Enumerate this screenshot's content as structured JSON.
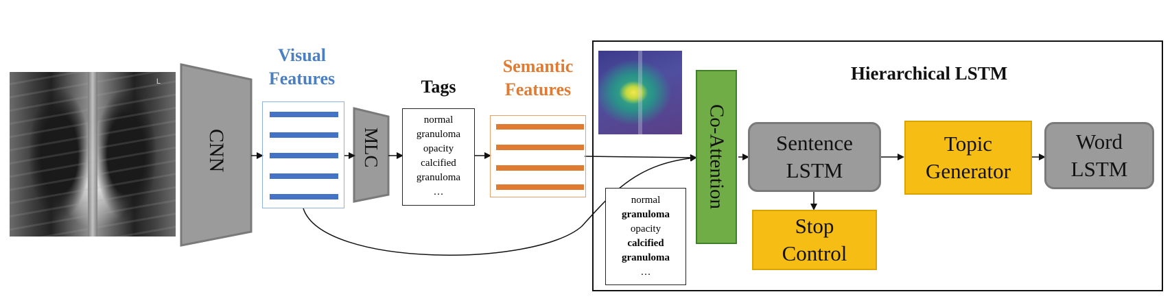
{
  "labels": {
    "cnn": "CNN",
    "mlc": "MLC",
    "visual_features": "Visual Features",
    "tags": "Tags",
    "semantic_features": "Semantic Features",
    "co_attention": "Co-Attention",
    "hierarchical_lstm": "Hierarchical LSTM",
    "sentence_lstm": [
      "Sentence",
      "LSTM"
    ],
    "topic_generator": [
      "Topic",
      "Generator"
    ],
    "word_lstm": [
      "Word",
      "LSTM"
    ],
    "stop_control": [
      "Stop",
      "Control"
    ],
    "xray_marker": "L"
  },
  "tags_box": [
    "normal",
    "granuloma",
    "opacity",
    "calcified",
    "granuloma",
    "…"
  ],
  "attended_tags": [
    {
      "text": "normal",
      "bold": false
    },
    {
      "text": "granuloma",
      "bold": true
    },
    {
      "text": "opacity",
      "bold": false
    },
    {
      "text": "calcified",
      "bold": true
    },
    {
      "text": "granuloma",
      "bold": true
    },
    {
      "text": "…",
      "bold": false
    }
  ],
  "colors": {
    "visual_accent": "#4a7fc1",
    "semantic_accent": "#e07b32",
    "co_attention": "#70ad47",
    "generator": "#f6bd15",
    "lstm_node": "#9b9b9b",
    "trapezoid": "#9b9b9b"
  }
}
